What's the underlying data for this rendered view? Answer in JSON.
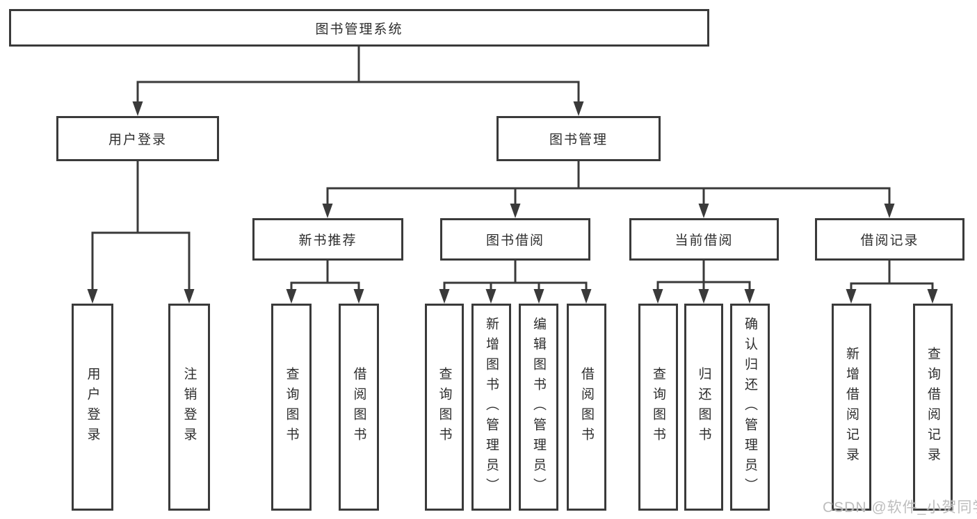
{
  "diagram": {
    "type": "hierarchy-tree",
    "root": {
      "label": "图书管理系统",
      "children": [
        {
          "label": "用户登录",
          "children": [
            {
              "label": "用户登录"
            },
            {
              "label": "注销登录"
            }
          ]
        },
        {
          "label": "图书管理",
          "children": [
            {
              "label": "新书推荐",
              "children": [
                {
                  "label": "查询图书"
                },
                {
                  "label": "借阅图书"
                }
              ]
            },
            {
              "label": "图书借阅",
              "children": [
                {
                  "label": "查询图书"
                },
                {
                  "label": "新增图书（管理员）"
                },
                {
                  "label": "编辑图书（管理员）"
                },
                {
                  "label": "借阅图书"
                }
              ]
            },
            {
              "label": "当前借阅",
              "children": [
                {
                  "label": "查询图书"
                },
                {
                  "label": "归还图书"
                },
                {
                  "label": "确认归还（管理员）"
                }
              ]
            },
            {
              "label": "借阅记录",
              "children": [
                {
                  "label": "新增借阅记录"
                },
                {
                  "label": "查询借阅记录"
                }
              ]
            }
          ]
        }
      ]
    },
    "colors": {
      "line": "#3a3a3a",
      "text": "#2d2d2d",
      "background": "#ffffff",
      "watermark": "#b9b9b9"
    }
  },
  "watermark": {
    "text": "CSDN @软件_小贺同学"
  }
}
